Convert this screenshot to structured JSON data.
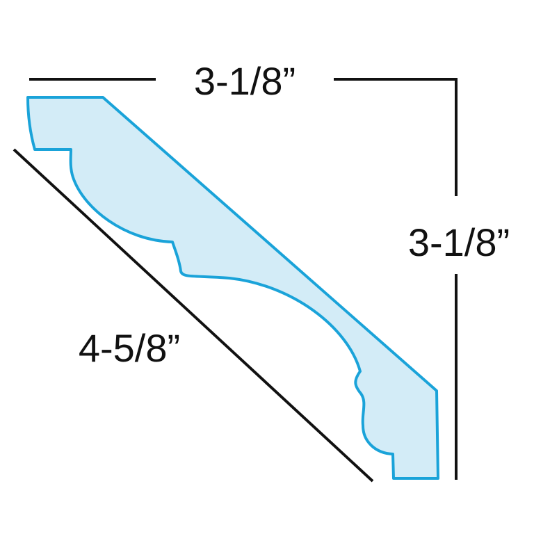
{
  "diagram": {
    "dimensions": {
      "top_width": "3-1/8”",
      "right_height": "3-1/8”",
      "diagonal_length": "4-5/8”"
    },
    "colors": {
      "profile_fill": "#d3ecf7",
      "profile_outline": "#1aa3d9",
      "dimension_lines": "#111111",
      "background": "#ffffff"
    }
  }
}
